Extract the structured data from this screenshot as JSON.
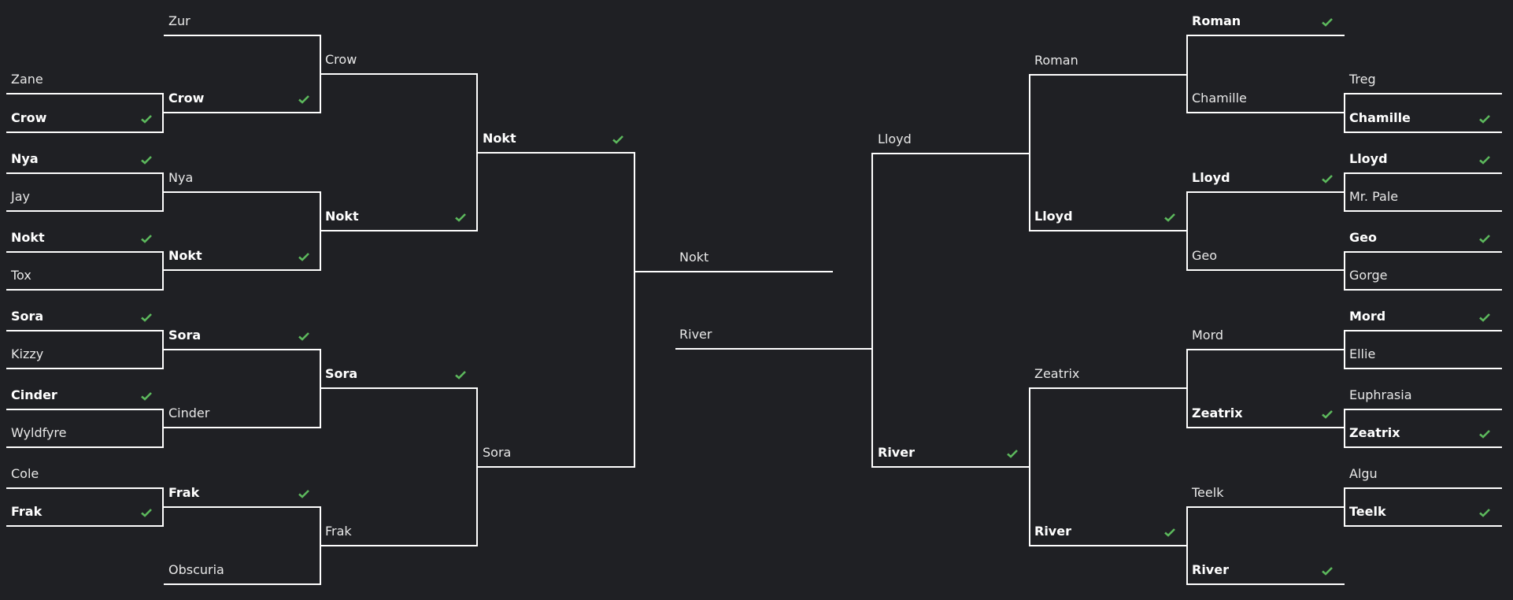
{
  "colors": {
    "background": "#1f2024",
    "line": "#ffffff",
    "text": "#e8e8e8",
    "check": "#5cb85c"
  },
  "icons": {
    "winner": "check-icon"
  },
  "left": {
    "round1": [
      "Zane",
      "Crow",
      "Nya",
      "Jay",
      "Nokt",
      "Tox",
      "Sora",
      "Kizzy",
      "Cinder",
      "Wyldfyre",
      "Cole",
      "Frak"
    ],
    "round2": [
      "Zur",
      "Crow",
      "Nya",
      "Nokt",
      "Sora",
      "Cinder",
      "Frak",
      "Obscuria"
    ],
    "round3": [
      "Crow",
      "Nokt",
      "Sora",
      "Frak"
    ],
    "round4": [
      "Nokt",
      "Sora"
    ]
  },
  "final": {
    "top": "Nokt",
    "bottom": "River"
  },
  "right": {
    "round4": [
      "Lloyd",
      "River"
    ],
    "round3": [
      "Roman",
      "Lloyd",
      "Zeatrix",
      "River"
    ],
    "round2": [
      "Roman",
      "Chamille",
      "Lloyd",
      "Geo",
      "Mord",
      "Zeatrix",
      "Teelk",
      "River"
    ],
    "round1": [
      "Treg",
      "Chamille",
      "Lloyd",
      "Mr. Pale",
      "Geo",
      "Gorge",
      "Mord",
      "Ellie",
      "Euphrasia",
      "Zeatrix",
      "Algu",
      "Teelk"
    ]
  }
}
